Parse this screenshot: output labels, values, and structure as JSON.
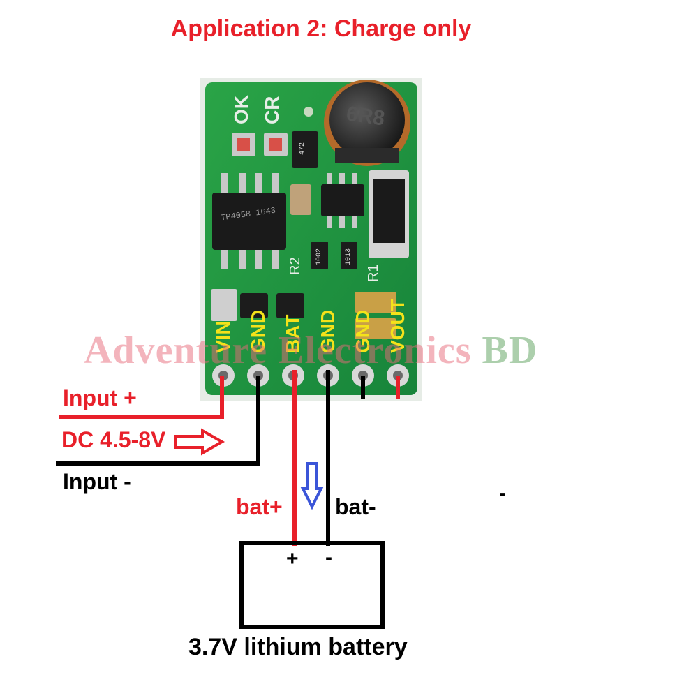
{
  "title": "Application 2: Charge only",
  "board": {
    "pins": [
      "VIN",
      "GND",
      "BAT",
      "GND",
      "GND",
      "VOUT"
    ],
    "silkscreen": [
      "OK",
      "CR"
    ],
    "resistor_labels": [
      "R2",
      "R1"
    ],
    "inductor_marking": "6R8",
    "chip_marking": "TP4058 1643",
    "smd_markings": [
      "472",
      "1002",
      "1013"
    ]
  },
  "watermark": {
    "main": "Adventure Electronics",
    "suffix": "BD"
  },
  "labels": {
    "input_plus": "Input +",
    "dc_range": "DC 4.5-8V",
    "input_minus": "Input -",
    "bat_plus": "bat+",
    "bat_minus": "bat-",
    "terminal_plus": "+",
    "terminal_minus": "-",
    "battery": "3.7V lithium battery",
    "stray_mark": "-"
  },
  "colors": {
    "pcb_green": "#1f9a3a",
    "positive_wire": "#e8202a",
    "negative_wire": "#000000",
    "pin_label": "#f4e21a",
    "arrow_blue": "#3b55d8"
  }
}
